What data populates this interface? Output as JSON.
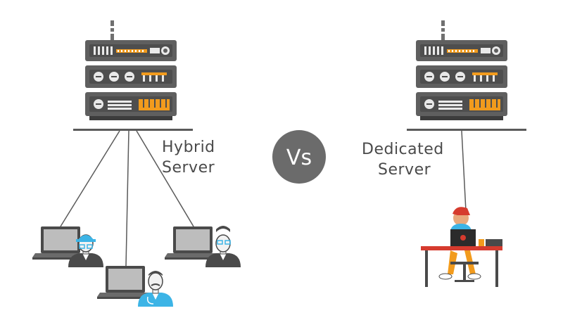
{
  "left": {
    "label_line1": "Hybrid",
    "label_line2": "Server"
  },
  "center": {
    "vs_text": "Vs"
  },
  "right": {
    "label_line1": "Dedicated",
    "label_line2": "Server"
  },
  "colors": {
    "server_body": "#5f5f5f",
    "server_dark": "#3c3c3c",
    "accent_orange": "#f29b1d",
    "vs_circle": "#6b6b6b",
    "helmet_blue": "#3cb4e6",
    "desk_red": "#d63b2e"
  }
}
